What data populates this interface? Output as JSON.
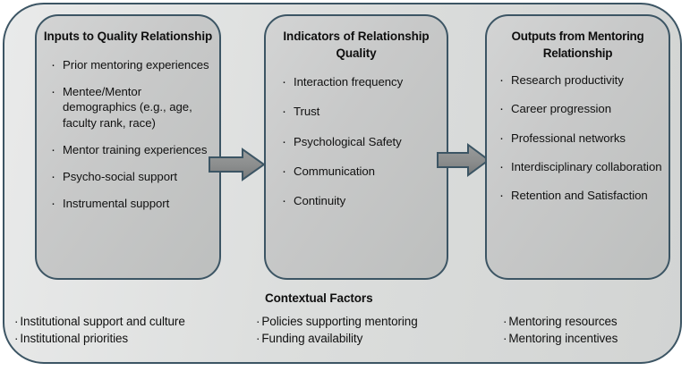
{
  "diagram": {
    "panels": [
      {
        "id": "inputs",
        "title": "Inputs to Quality Relationship",
        "items": [
          "Prior mentoring experiences",
          "Mentee/Mentor demographics (e.g., age, faculty rank, race)",
          "Mentor training experiences",
          "Psycho-social support",
          "Instrumental support"
        ]
      },
      {
        "id": "indicators",
        "title": "Indicators of Relationship Quality",
        "items": [
          "Interaction frequency",
          "Trust",
          "Psychological Safety",
          "Communication",
          "Continuity"
        ]
      },
      {
        "id": "outputs",
        "title": "Outputs from Mentoring Relationship",
        "items": [
          "Research productivity",
          "Career progression",
          "Professional networks",
          "Interdisciplinary collaboration",
          "Retention and Satisfaction"
        ]
      }
    ],
    "arrows": [
      {
        "id": "arrow-inputs-to-indicators",
        "direction": "right"
      },
      {
        "id": "arrow-indicators-to-outputs",
        "direction": "right"
      }
    ],
    "contextual_factors": {
      "heading": "Contextual Factors",
      "columns": [
        {
          "id": "left",
          "items": [
            "Institutional support and culture",
            "Institutional priorities"
          ]
        },
        {
          "id": "middle",
          "items": [
            "Policies supporting mentoring",
            "Funding availability"
          ]
        },
        {
          "id": "right",
          "items": [
            "Mentoring resources",
            "Mentoring incentives"
          ]
        }
      ]
    },
    "colors": {
      "border": "#3c5564",
      "outer_fill": "#dedfdf",
      "panel_fill": "#c8c9c9",
      "arrow_fill": "#8b8d8d",
      "text": "#111111"
    }
  }
}
